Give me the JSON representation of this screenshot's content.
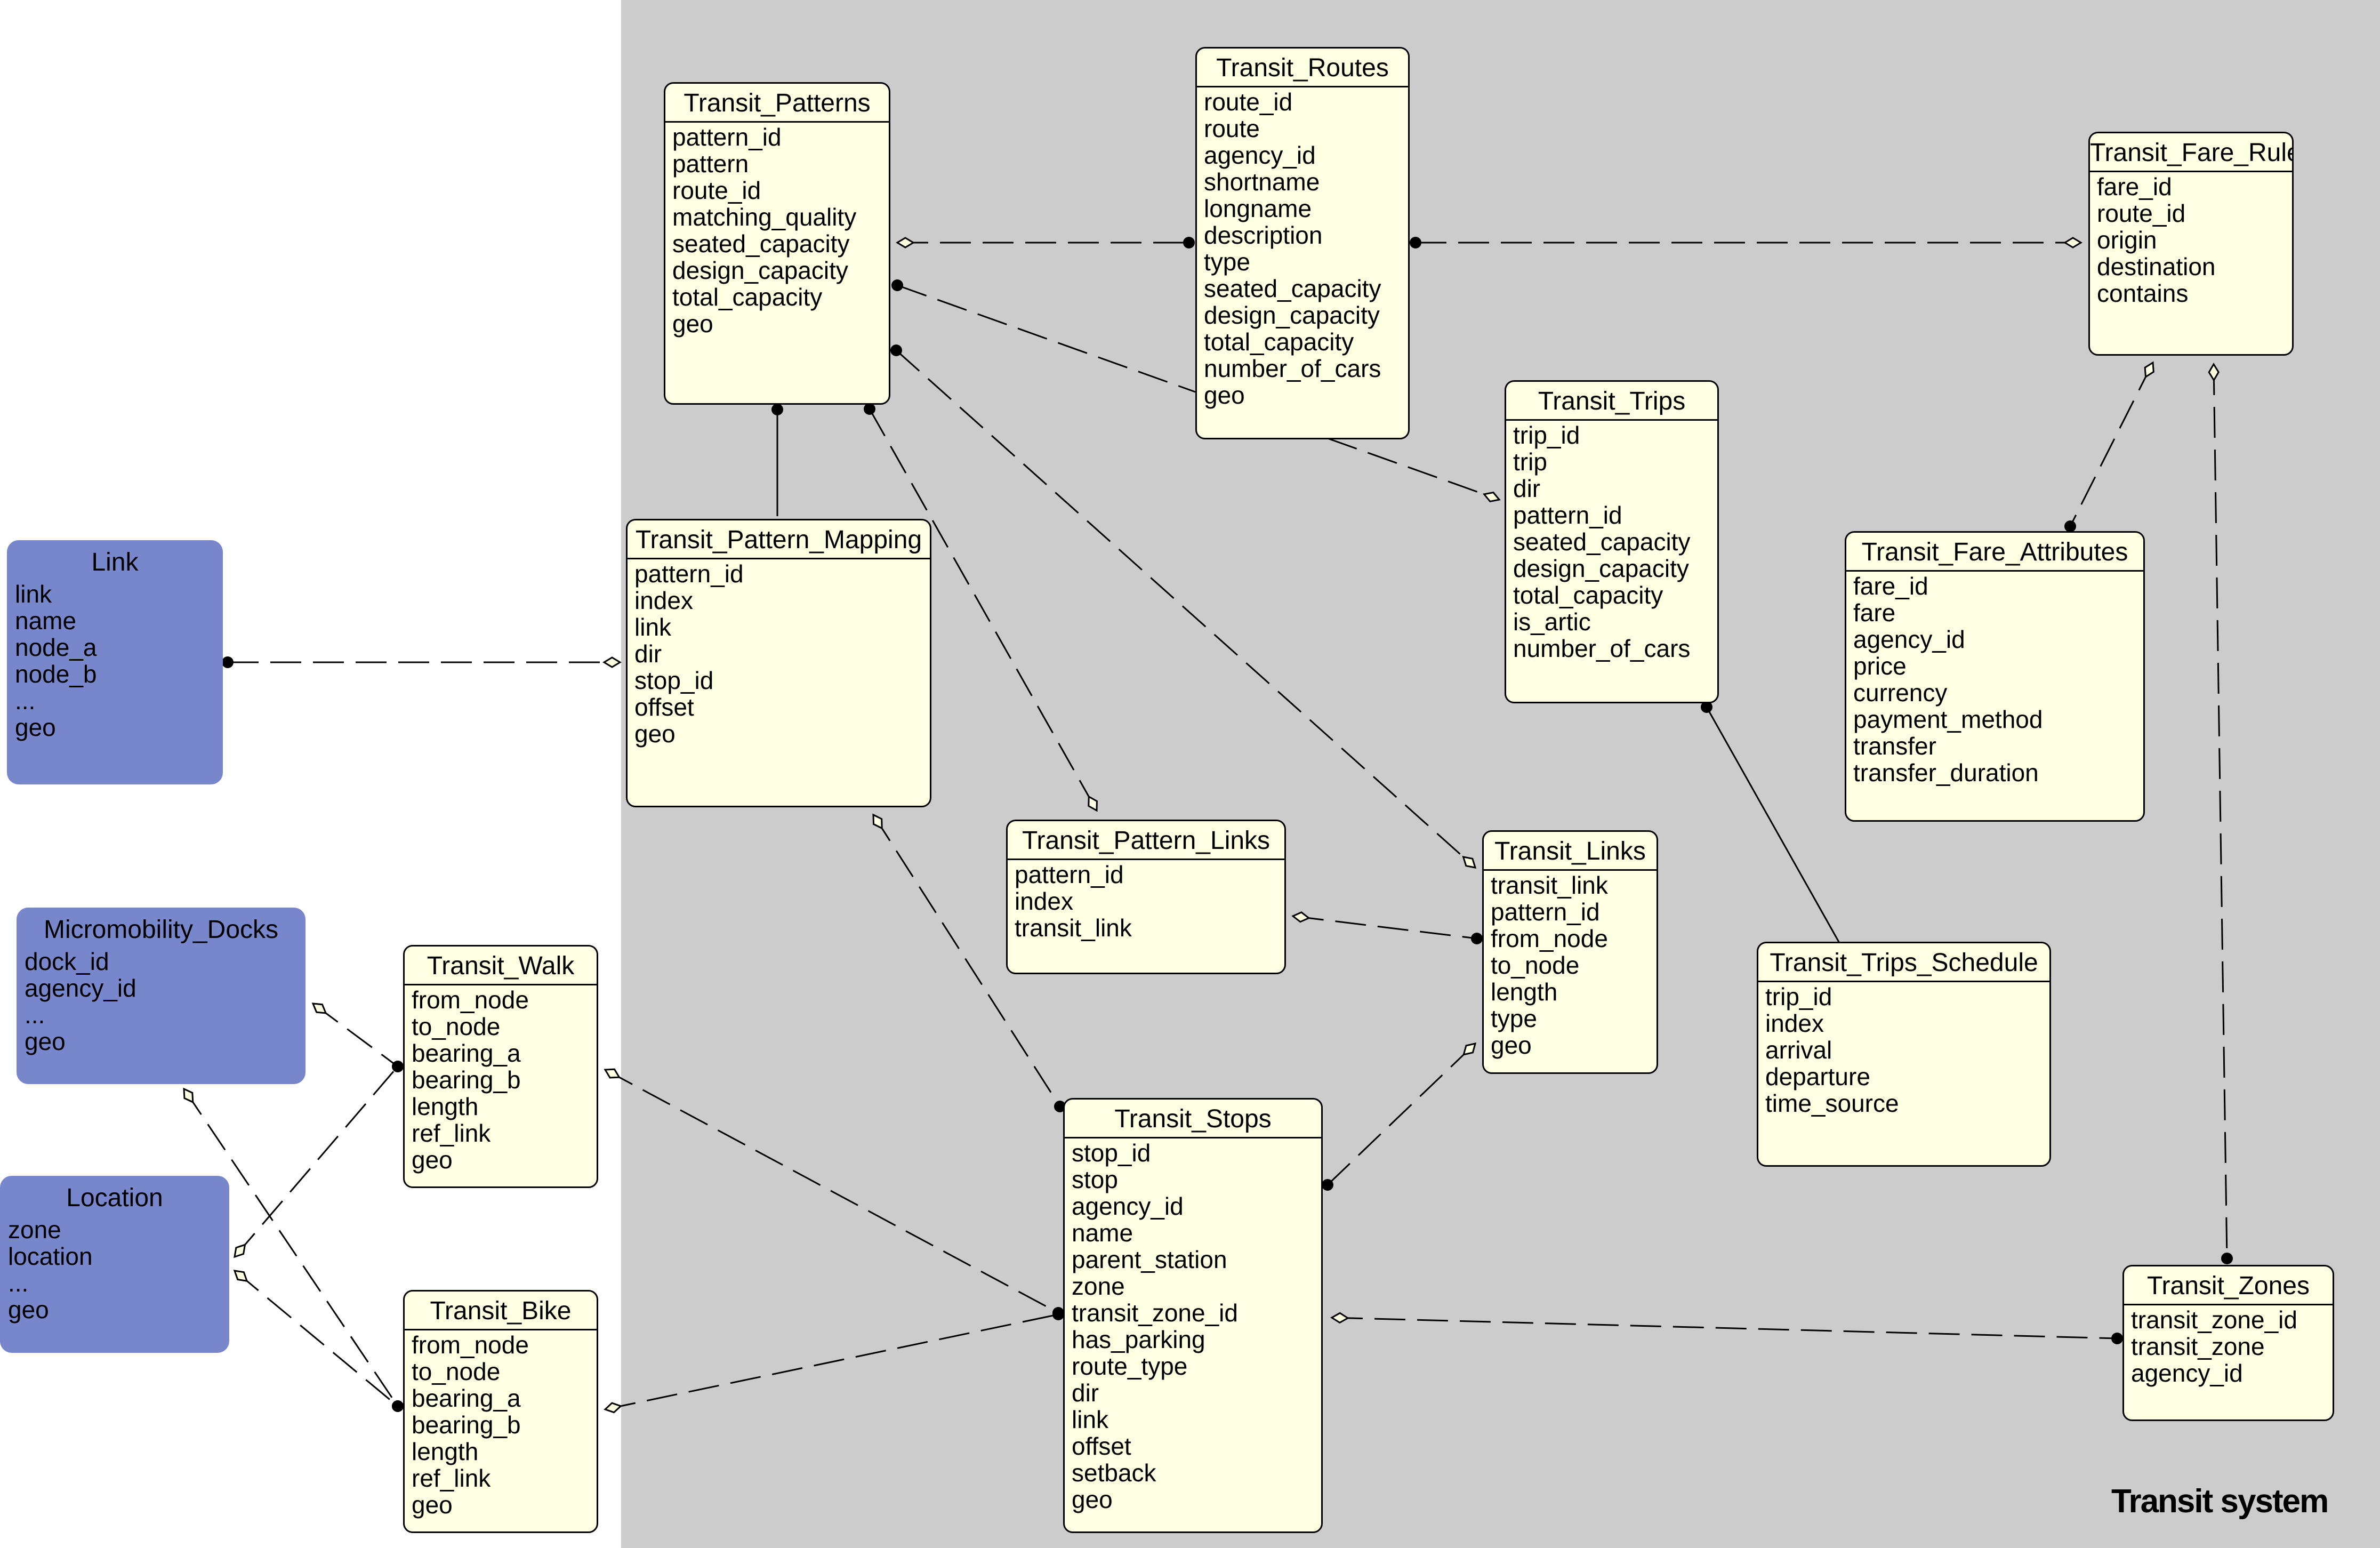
{
  "diagram": {
    "title": "Transit system",
    "colors": {
      "panel": "#cccccc",
      "entity_fill": "#fefee2",
      "external_fill": "#7886cc",
      "line": "#000000"
    }
  },
  "entities": [
    {
      "id": "transit_patterns",
      "title": "Transit_Patterns",
      "fields": [
        "pattern_id",
        "pattern",
        "route_id",
        "matching_quality",
        "seated_capacity",
        "design_capacity",
        "total_capacity",
        "geo"
      ]
    },
    {
      "id": "transit_routes",
      "title": "Transit_Routes",
      "fields": [
        "route_id",
        "route",
        "agency_id",
        "shortname",
        "longname",
        "description",
        "type",
        "seated_capacity",
        "design_capacity",
        "total_capacity",
        "number_of_cars",
        "geo"
      ]
    },
    {
      "id": "transit_fare_rules",
      "title": "Transit_Fare_Rules",
      "fields": [
        "fare_id",
        "route_id",
        "origin",
        "destination",
        "contains"
      ]
    },
    {
      "id": "transit_trips",
      "title": "Transit_Trips",
      "fields": [
        "trip_id",
        "trip",
        "dir",
        "pattern_id",
        "seated_capacity",
        "design_capacity",
        "total_capacity",
        "is_artic",
        "number_of_cars"
      ]
    },
    {
      "id": "transit_fare_attributes",
      "title": "Transit_Fare_Attributes",
      "fields": [
        "fare_id",
        "fare",
        "agency_id",
        "price",
        "currency",
        "payment_method",
        "transfer",
        "transfer_duration"
      ]
    },
    {
      "id": "link",
      "title": "Link",
      "external": true,
      "fields": [
        "link",
        "name",
        "node_a",
        "node_b",
        "...",
        "geo"
      ]
    },
    {
      "id": "transit_pattern_mapping",
      "title": "Transit_Pattern_Mapping",
      "fields": [
        "pattern_id",
        "index",
        "link",
        "dir",
        "stop_id",
        "offset",
        "geo"
      ]
    },
    {
      "id": "transit_pattern_links",
      "title": "Transit_Pattern_Links",
      "fields": [
        "pattern_id",
        "index",
        "transit_link"
      ]
    },
    {
      "id": "transit_links",
      "title": "Transit_Links",
      "fields": [
        "transit_link",
        "pattern_id",
        "from_node",
        "to_node",
        "length",
        "type",
        "geo"
      ]
    },
    {
      "id": "transit_trips_schedule",
      "title": "Transit_Trips_Schedule",
      "fields": [
        "trip_id",
        "index",
        "arrival",
        "departure",
        "time_source"
      ]
    },
    {
      "id": "micromobility_docks",
      "title": "Micromobility_Docks",
      "external": true,
      "fields": [
        "dock_id",
        "agency_id",
        "...",
        "geo"
      ]
    },
    {
      "id": "transit_walk",
      "title": "Transit_Walk",
      "fields": [
        "from_node",
        "to_node",
        "bearing_a",
        "bearing_b",
        "length",
        "ref_link",
        "geo"
      ]
    },
    {
      "id": "location",
      "title": "Location",
      "external": true,
      "fields": [
        "zone",
        "location",
        "...",
        "geo"
      ]
    },
    {
      "id": "transit_stops",
      "title": "Transit_Stops",
      "fields": [
        "stop_id",
        "stop",
        "agency_id",
        "name",
        "parent_station",
        "zone",
        "transit_zone_id",
        "has_parking",
        "route_type",
        "dir",
        "link",
        "offset",
        "setback",
        "geo"
      ]
    },
    {
      "id": "transit_bike",
      "title": "Transit_Bike",
      "fields": [
        "from_node",
        "to_node",
        "bearing_a",
        "bearing_b",
        "length",
        "ref_link",
        "geo"
      ]
    },
    {
      "id": "transit_zones",
      "title": "Transit_Zones",
      "fields": [
        "transit_zone_id",
        "transit_zone",
        "agency_id"
      ]
    }
  ]
}
